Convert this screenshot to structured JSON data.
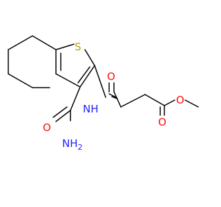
{
  "molecule": {
    "atoms": {
      "sulfur": "S",
      "amide_nh": "NH",
      "carbonyl_o_amide": "O",
      "carbonyl_o_ester": "O",
      "ester_o": "O",
      "primary_amide_o": "O",
      "primary_amide_n": "NH",
      "primary_amide_n_subscript": "2"
    },
    "colors": {
      "sulfur": "#B3A300",
      "nitrogen": "#1E1EFF",
      "oxygen": "#FF0D0D",
      "bond": "#000000"
    }
  }
}
